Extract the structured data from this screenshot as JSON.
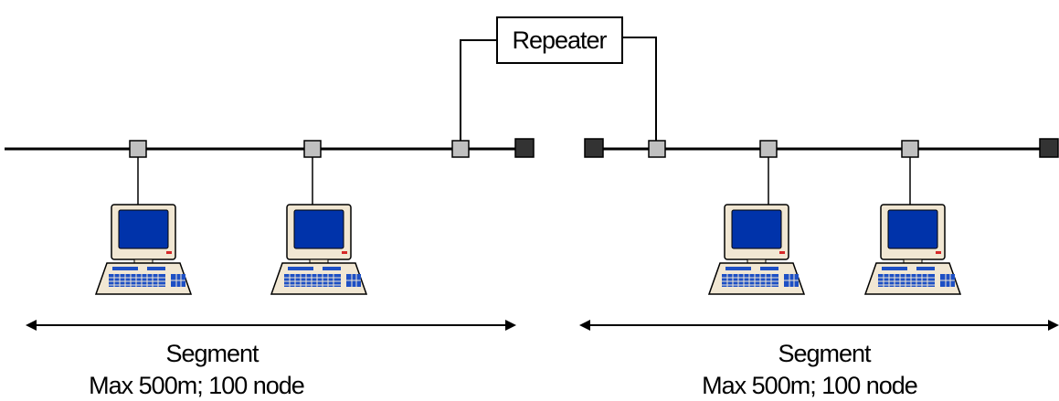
{
  "repeater": {
    "label": "Repeater"
  },
  "segments": [
    {
      "title": "Segment",
      "spec": "Max 500m; 100 node"
    },
    {
      "title": "Segment",
      "spec": "Max 500m; 100 node"
    }
  ],
  "colors": {
    "cable": "#000000",
    "tap_fill": "#c0c0c0",
    "terminator_fill": "#333333",
    "monitor_case": "#f1e7d3",
    "screen": "#0033aa",
    "power_led": "#d62828",
    "keyboard_keys": "#1d4fc4"
  },
  "icons": {
    "workstation": "desktop-computer-icon",
    "tap": "transceiver-tap-icon",
    "terminator": "terminator-icon"
  }
}
